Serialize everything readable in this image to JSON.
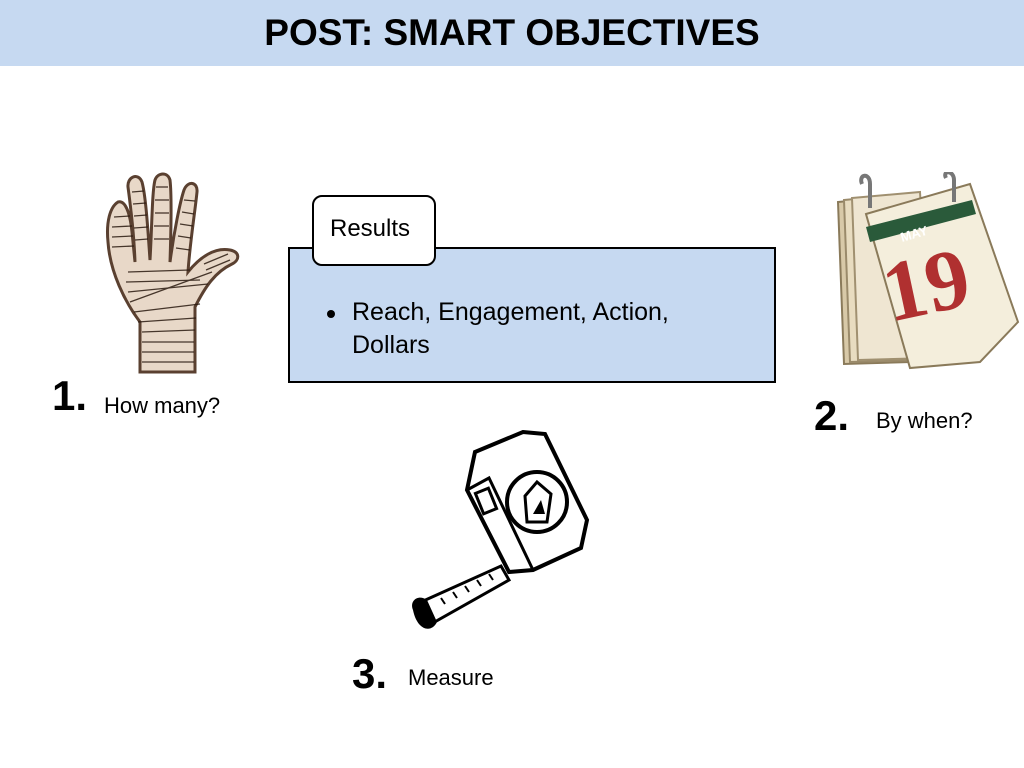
{
  "header": {
    "title": "POST: SMART OBJECTIVES"
  },
  "results": {
    "tab_label": "Results",
    "bullet": "Reach, Engagement, Action, Dollars"
  },
  "items": [
    {
      "number": "1.",
      "label": "How many?",
      "icon": "hand-icon"
    },
    {
      "number": "2.",
      "label": "By when?",
      "icon": "calendar-icon",
      "month": "MAY",
      "day": "19"
    },
    {
      "number": "3.",
      "label": "Measure",
      "icon": "tape-measure-icon"
    }
  ],
  "colors": {
    "header_bg": "#c6d9f1",
    "box_bg": "#c6d9f1",
    "calendar_band": "#2a5a3a",
    "calendar_digits": "#b03030"
  }
}
